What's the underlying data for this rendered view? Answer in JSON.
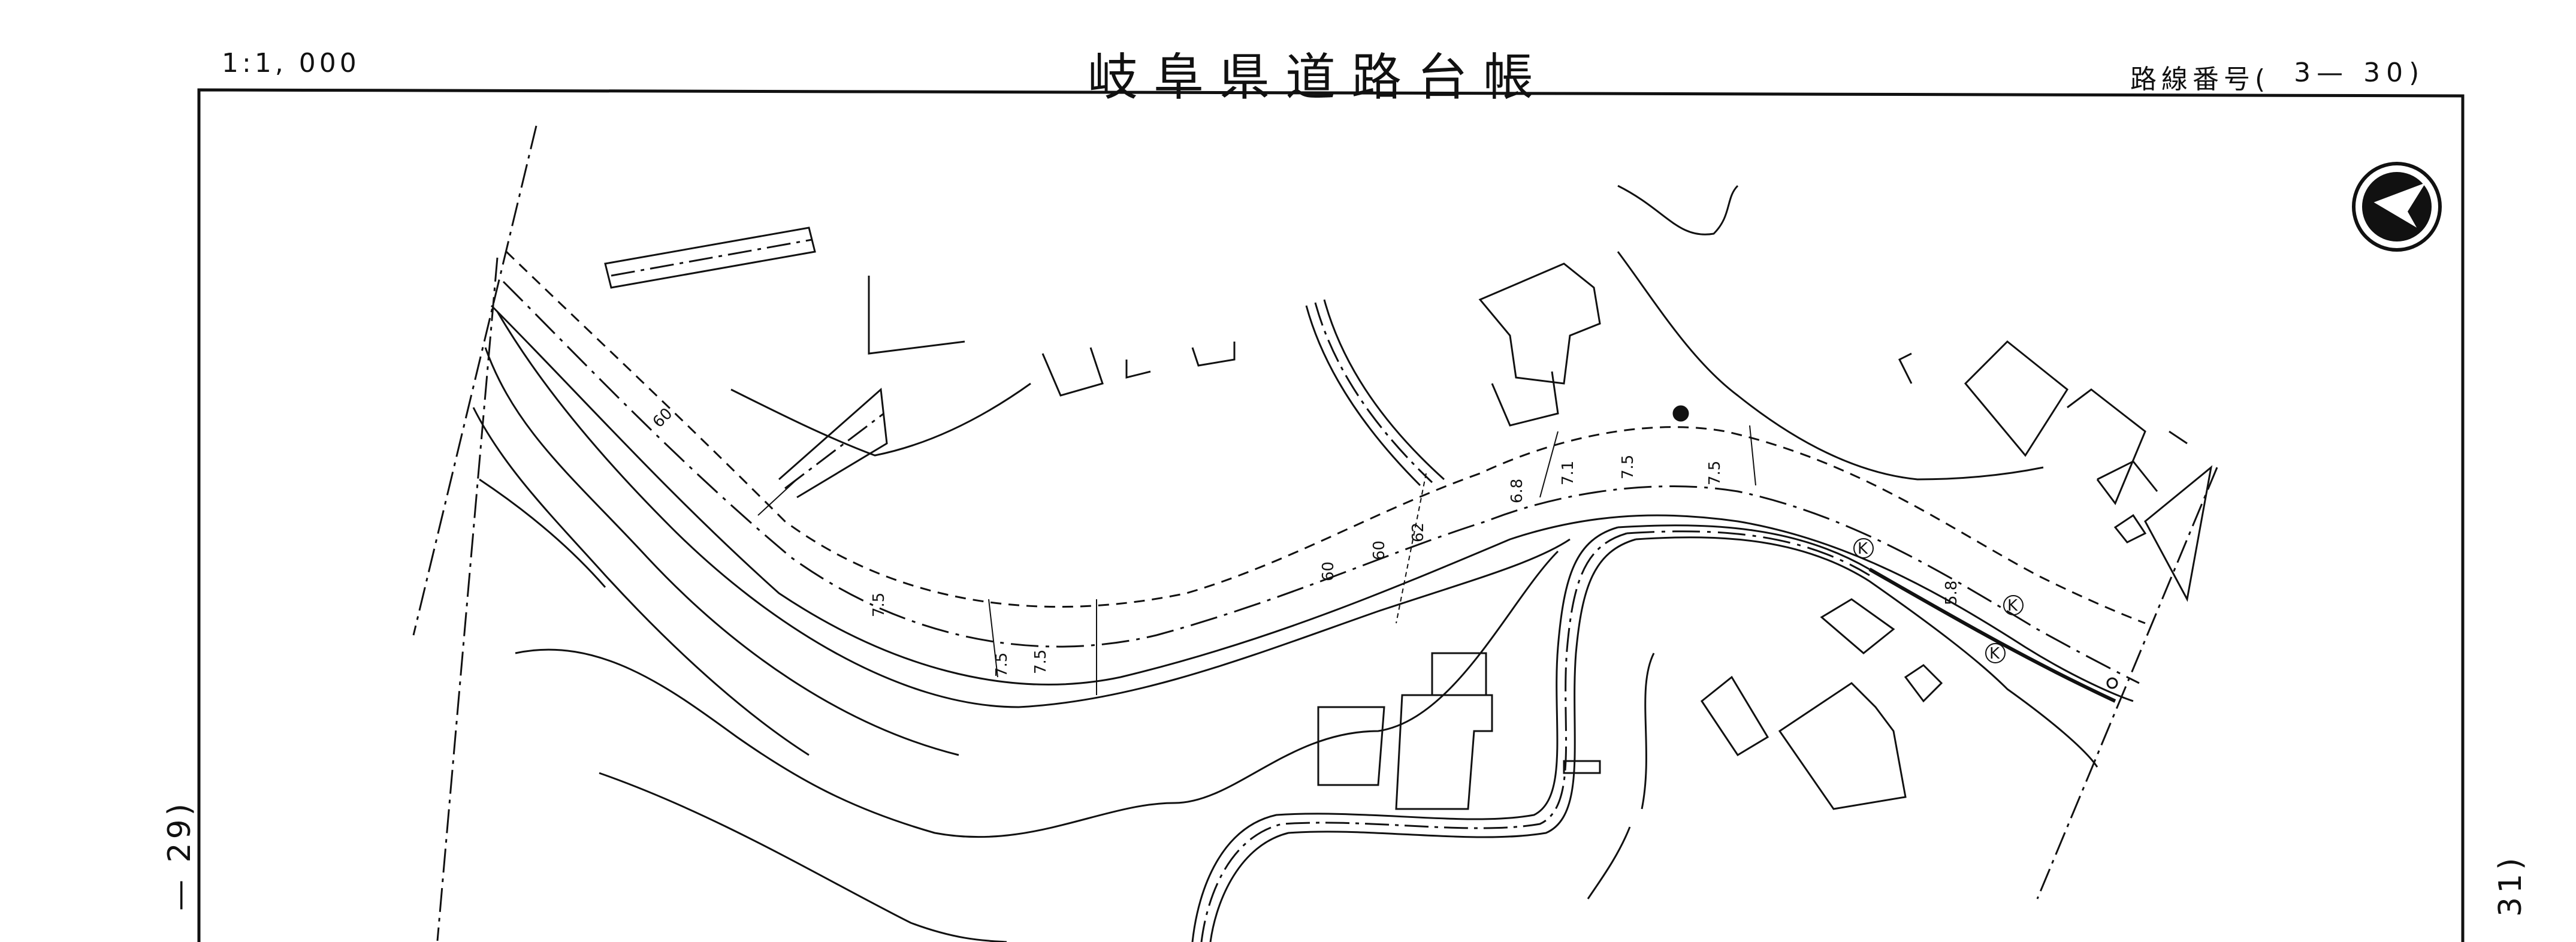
{
  "header": {
    "scale": "1:1, 000",
    "title": "岐阜県道路台帳",
    "route_label": "路線番号(",
    "route_number": "3— 30)"
  },
  "adjacent_sheets": {
    "previous": "— 29)",
    "next": "31)"
  },
  "map": {
    "north_arrow_icon": "north-arrow-icon",
    "width_labels": [
      "60",
      "7.5",
      "7.5",
      "7.5",
      "60",
      "60",
      "62",
      "6.8",
      "7.1",
      "7.5",
      "7.5",
      "5.8"
    ],
    "symbols": [
      "K",
      "K",
      "K"
    ],
    "line_color": "#111111"
  }
}
